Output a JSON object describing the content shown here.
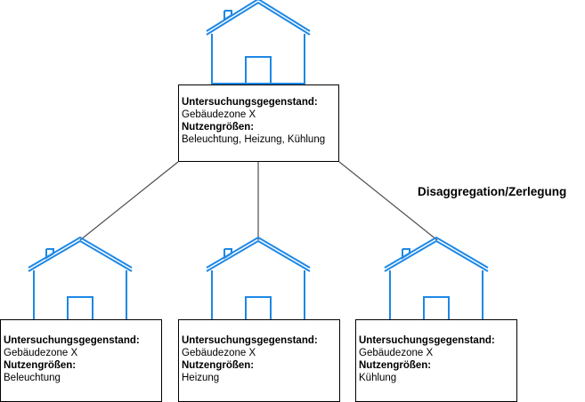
{
  "colors": {
    "house_stroke": "#1e88e5",
    "connector": "#4d4d4d",
    "box_border": "#000000"
  },
  "label": "Disaggregation/Zerlegung",
  "top_node": {
    "icon": "house-icon",
    "subject_heading": "Untersuchungsgegenstand:",
    "subject_value": "Gebäudezone X",
    "quantities_heading": "Nutzengrößen:",
    "quantities_value": "Beleuchtung, Heizung, Kühlung"
  },
  "child_nodes": [
    {
      "icon": "house-icon",
      "subject_heading": "Untersuchungsgegenstand:",
      "subject_value": "Gebäudezone X",
      "quantities_heading": "Nutzengrößen:",
      "quantities_value": "Beleuchtung"
    },
    {
      "icon": "house-icon",
      "subject_heading": "Untersuchungsgegenstand:",
      "subject_value": "Gebäudezone X",
      "quantities_heading": "Nutzengrößen:",
      "quantities_value": "Heizung"
    },
    {
      "icon": "house-icon",
      "subject_heading": "Untersuchungsgegenstand:",
      "subject_value": "Gebäudezone X",
      "quantities_heading": "Nutzengrößen:",
      "quantities_value": "Kühlung"
    }
  ]
}
